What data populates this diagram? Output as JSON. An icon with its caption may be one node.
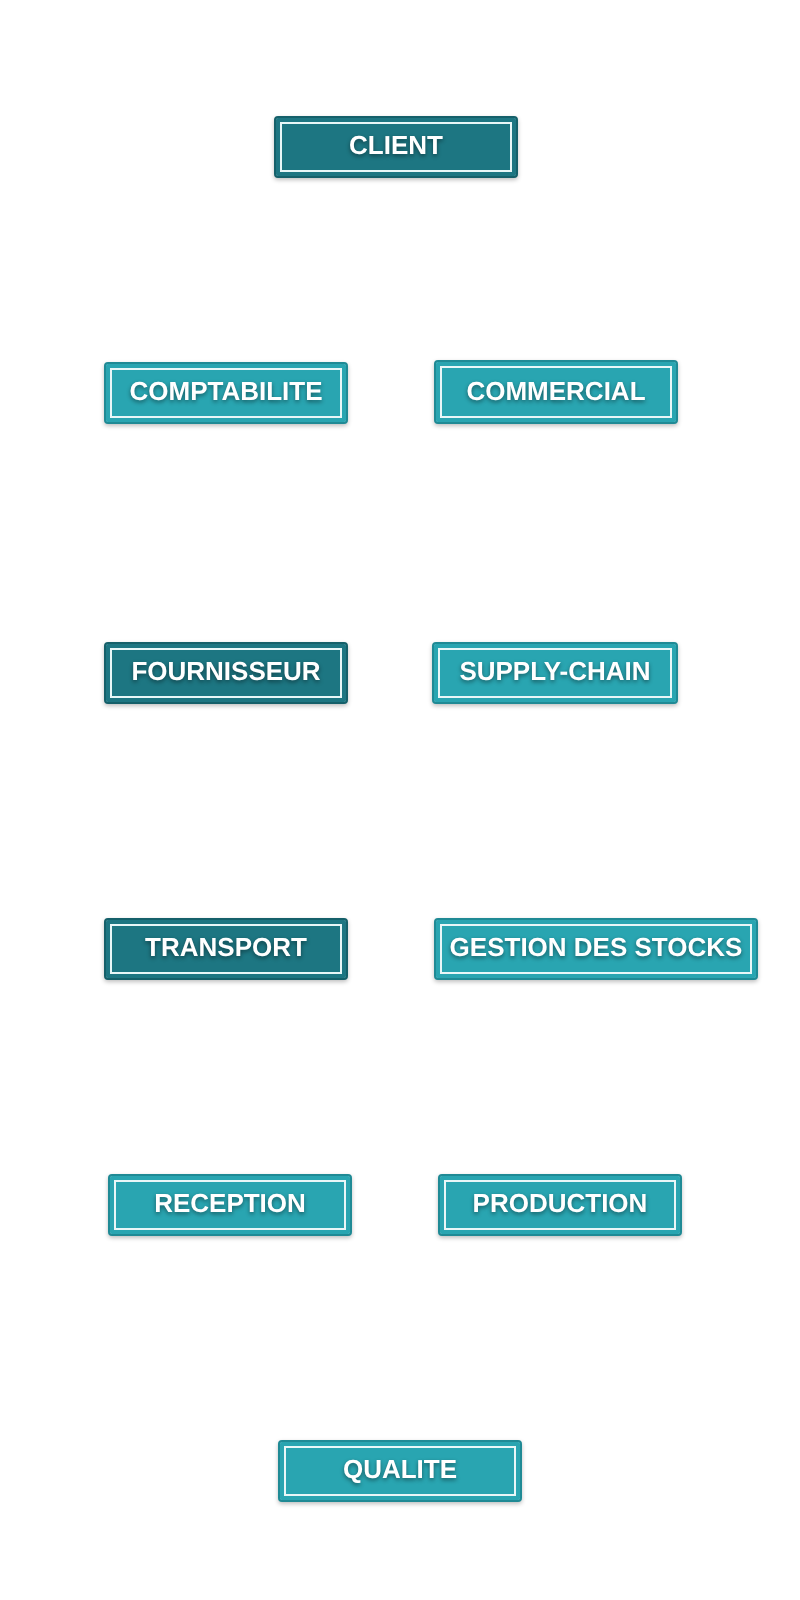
{
  "diagram": {
    "nodes": [
      {
        "text": [
          "CLIENT"
        ]
      },
      {
        "text": [
          "COMPTABILITE"
        ]
      },
      {
        "text": [
          "COMMERCIAL"
        ]
      },
      {
        "text": [
          "FOURNISSEUR"
        ]
      },
      {
        "text": [
          "SUPPLY-CHAIN"
        ]
      },
      {
        "text": [
          "TRANSPORT"
        ]
      },
      {
        "text": [
          "GESTION DES STOCKS"
        ]
      },
      {
        "text": [
          "RECEPTION"
        ]
      },
      {
        "text": [
          "PRODUCTION"
        ]
      },
      {
        "text": [
          "QUALITE"
        ]
      }
    ]
  }
}
